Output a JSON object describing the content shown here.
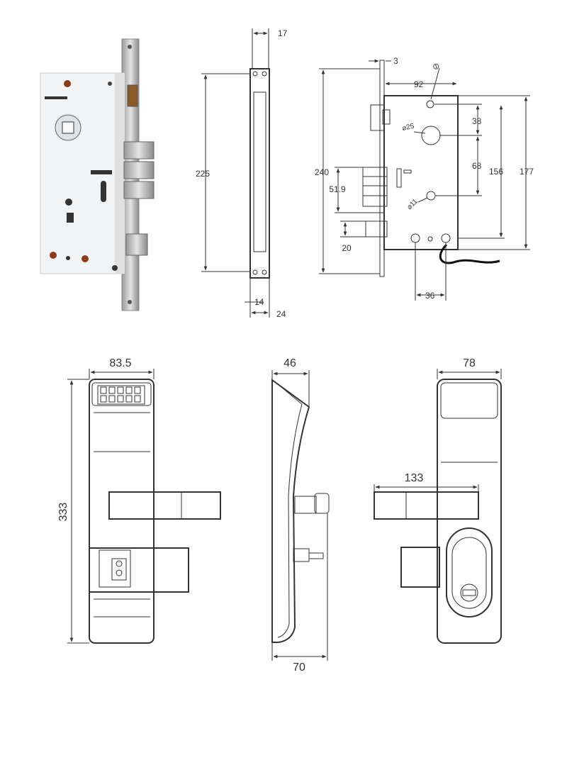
{
  "mortise_front": {
    "dims": {
      "top_width": "17",
      "height": "225",
      "bottom_inner": "14",
      "bottom_outer": "24"
    }
  },
  "mortise_side": {
    "dims": {
      "faceplate": "3",
      "backset": "92",
      "total_height": "240",
      "top_hole": "38",
      "hole_diameter_25": "⌀25",
      "spacing_68": "68",
      "spacing_156": "156",
      "spacing_177": "177",
      "latch_51_9": "51.9",
      "hole_diameter_11": "⌀11",
      "bolt_20": "20",
      "bottom_36": "36"
    }
  },
  "handle_front": {
    "dims": {
      "width": "83.5",
      "height": "333"
    }
  },
  "handle_side": {
    "dims": {
      "top_depth": "46",
      "bottom_depth": "70"
    }
  },
  "handle_back": {
    "dims": {
      "width": "78",
      "lever_length": "133"
    }
  },
  "colors": {
    "line": "#333333",
    "metal": "#c8c8c8",
    "plate": "#eeeeee",
    "cable": "#111111"
  }
}
